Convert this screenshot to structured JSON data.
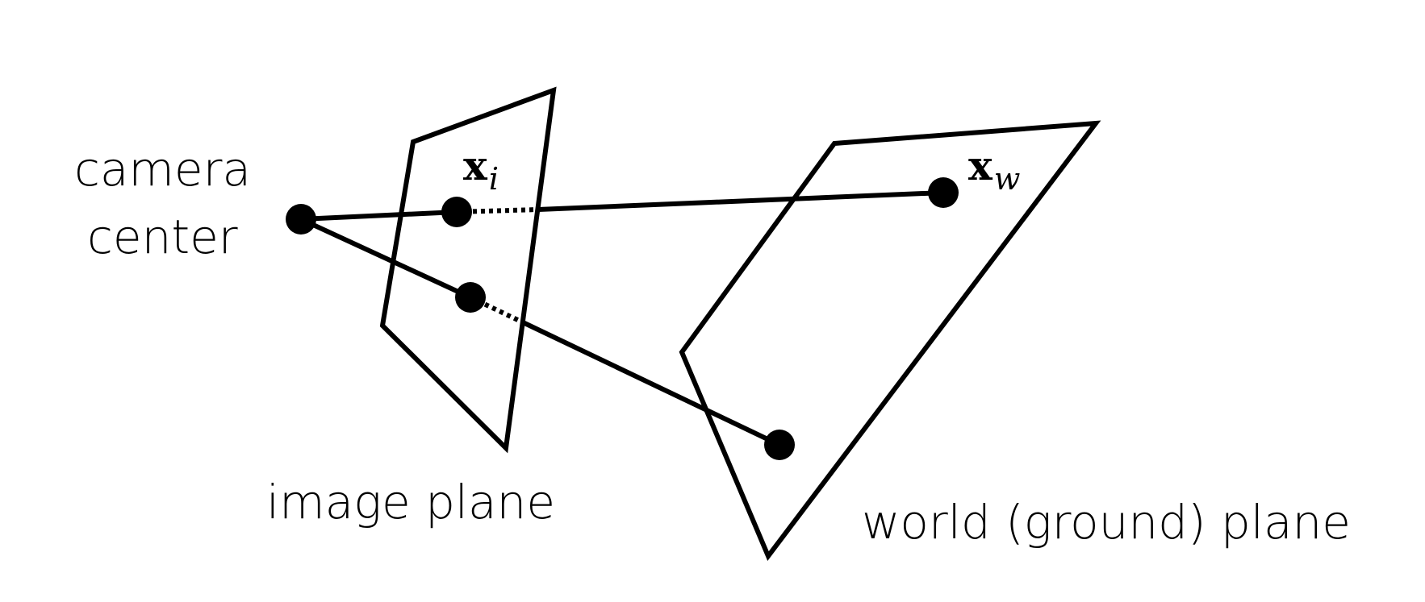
{
  "labels": {
    "camera_line1": "camera",
    "camera_line2": "center",
    "image_plane": "image plane",
    "world_plane": "world (ground) plane",
    "xi_base": "x",
    "xi_sub": "i",
    "xw_base": "x",
    "xw_sub": "w"
  },
  "colors": {
    "stroke": "#000000",
    "background": "#ffffff"
  }
}
